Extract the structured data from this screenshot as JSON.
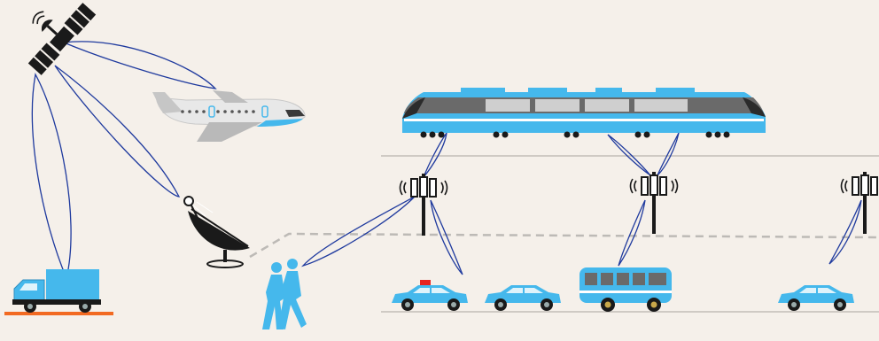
{
  "scene": {
    "background": "#f5f0ea",
    "colors": {
      "vehicle_blue": "#45b8ec",
      "dark": "#1a1a1a",
      "link_line": "#1f3a9e",
      "road_line": "#cfcac4",
      "dashed_path": "#bdbab6",
      "ground_orange": "#f26a22",
      "siren_red": "#e8231f"
    },
    "nodes": [
      {
        "id": "satellite",
        "icon": "satellite-icon"
      },
      {
        "id": "airplane",
        "icon": "airplane-icon"
      },
      {
        "id": "satellite-dish",
        "icon": "satellite-dish-icon"
      },
      {
        "id": "truck",
        "icon": "truck-icon"
      },
      {
        "id": "train",
        "icon": "train-icon"
      },
      {
        "id": "base-station-1",
        "icon": "cell-tower-icon"
      },
      {
        "id": "base-station-2",
        "icon": "cell-tower-icon"
      },
      {
        "id": "base-station-3",
        "icon": "cell-tower-icon"
      },
      {
        "id": "pedestrians",
        "icon": "pedestrians-icon"
      },
      {
        "id": "police-car",
        "icon": "police-car-icon"
      },
      {
        "id": "car-1",
        "icon": "car-icon"
      },
      {
        "id": "bus",
        "icon": "bus-icon"
      },
      {
        "id": "car-2",
        "icon": "car-icon"
      }
    ],
    "links": [
      [
        "satellite",
        "airplane"
      ],
      [
        "satellite",
        "satellite-dish"
      ],
      [
        "satellite",
        "truck"
      ],
      [
        "base-station-1",
        "train"
      ],
      [
        "base-station-1",
        "pedestrians"
      ],
      [
        "base-station-1",
        "police-car"
      ],
      [
        "base-station-2",
        "train"
      ],
      [
        "base-station-2",
        "bus"
      ],
      [
        "base-station-3",
        "car-2"
      ]
    ]
  }
}
